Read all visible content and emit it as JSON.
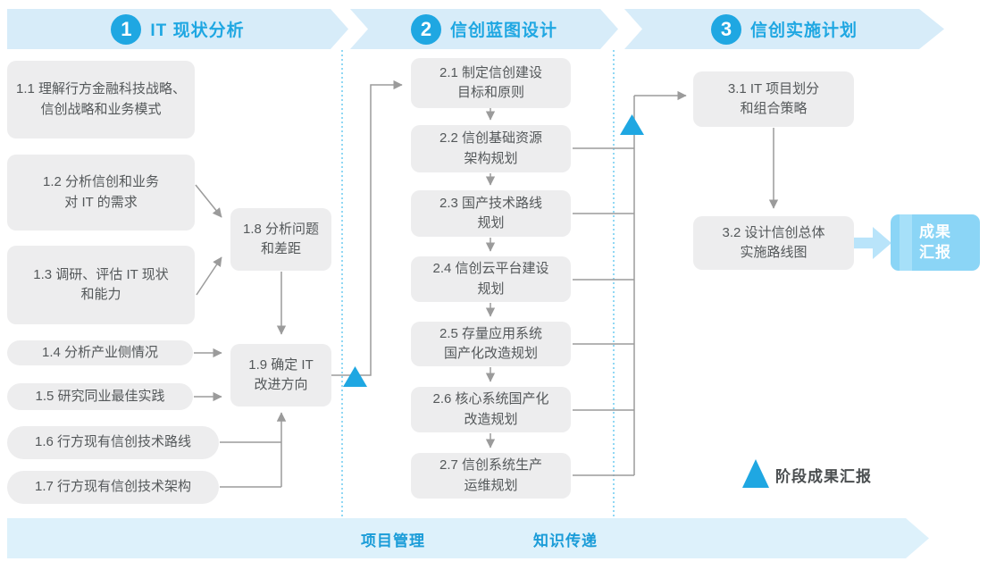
{
  "colors": {
    "accent_blue": "#1fa7e2",
    "band_light_blue": "#d7ecf9",
    "footer_band_blue": "#ddf1fb",
    "node_grey": "#ededee",
    "node_text": "#54585a",
    "connector_grey": "#9b9b9b",
    "dotted_divider_blue": "#55c2ef",
    "result_box_blue": "#8bd5f6",
    "big_arrow_blue": "#b9e4fa"
  },
  "phases": [
    {
      "number": "1",
      "title": "IT 现状分析"
    },
    {
      "number": "2",
      "title": "信创蓝图设计"
    },
    {
      "number": "3",
      "title": "信创实施计划"
    }
  ],
  "phase1": {
    "nodes": [
      {
        "id": "1.1",
        "label": "1.1 理解行方金融科技战略、\n信创战略和业务模式"
      },
      {
        "id": "1.2",
        "label": "1.2 分析信创和业务\n对 IT 的需求"
      },
      {
        "id": "1.3",
        "label": "1.3 调研、评估 IT 现状\n和能力"
      },
      {
        "id": "1.4",
        "label": "1.4 分析产业侧情况"
      },
      {
        "id": "1.5",
        "label": "1.5 研究同业最佳实践"
      },
      {
        "id": "1.6",
        "label": "1.6 行方现有信创技术路线"
      },
      {
        "id": "1.7",
        "label": "1.7 行方现有信创技术架构"
      },
      {
        "id": "1.8",
        "label": "1.8 分析问题\n和差距"
      },
      {
        "id": "1.9",
        "label": "1.9 确定 IT\n改进方向"
      }
    ]
  },
  "phase2": {
    "nodes": [
      {
        "id": "2.1",
        "label": "2.1 制定信创建设\n目标和原则"
      },
      {
        "id": "2.2",
        "label": "2.2 信创基础资源\n架构规划"
      },
      {
        "id": "2.3",
        "label": "2.3 国产技术路线\n规划"
      },
      {
        "id": "2.4",
        "label": "2.4 信创云平台建设\n规划"
      },
      {
        "id": "2.5",
        "label": "2.5 存量应用系统\n国产化改造规划"
      },
      {
        "id": "2.6",
        "label": "2.6 核心系统国产化\n改造规划"
      },
      {
        "id": "2.7",
        "label": "2.7 信创系统生产\n运维规划"
      }
    ]
  },
  "phase3": {
    "nodes": [
      {
        "id": "3.1",
        "label": "3.1 IT 项目划分\n和组合策略"
      },
      {
        "id": "3.2",
        "label": "3.2 设计信创总体\n实施路线图"
      }
    ]
  },
  "result": {
    "label": "成果\n汇报"
  },
  "legend": {
    "label": "阶段成果汇报"
  },
  "footer": {
    "labels": [
      "项目管理",
      "知识传递"
    ]
  }
}
